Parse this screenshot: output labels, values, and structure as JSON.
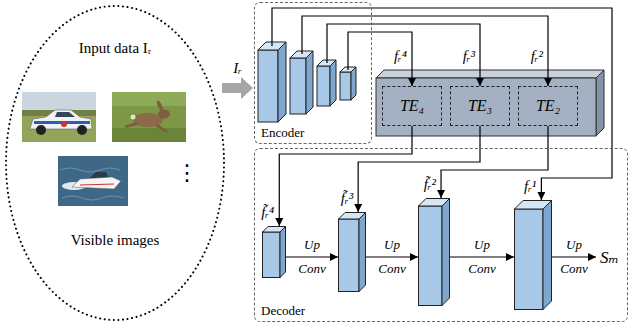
{
  "diagram": {
    "nodes": [
      {
        "text": [
          "Input data Iᵣ",
          "Visible images"
        ]
      },
      {
        "text": [
          "Encoder"
        ]
      },
      {
        "text": [
          "TE₄"
        ]
      },
      {
        "text": [
          "TE₃"
        ]
      },
      {
        "text": [
          "TE₂"
        ]
      },
      {
        "text": [
          "Decoder"
        ]
      },
      {
        "text": [
          "f̃ᵣ⁴"
        ],
        "in": 5
      },
      {
        "text": [
          "f̃ᵣ³"
        ],
        "in": 5
      },
      {
        "text": [
          "f̃ᵣ²"
        ],
        "in": 5
      },
      {
        "text": [
          "fᵣ¹"
        ],
        "in": 5
      }
    ],
    "edges": [
      {
        "from": 0,
        "to": 1,
        "label": "Iᵣ",
        "arrow": "to"
      },
      {
        "from": 1,
        "to": 2,
        "label": "fᵣ⁴",
        "arrow": "to"
      },
      {
        "from": 1,
        "to": 3,
        "label": "fᵣ³",
        "arrow": "to"
      },
      {
        "from": 1,
        "to": 4,
        "label": "fᵣ²",
        "arrow": "to"
      },
      {
        "from": 1,
        "to": 9,
        "arrow": "to"
      },
      {
        "from": 2,
        "to": 6,
        "arrow": "to"
      },
      {
        "from": 3,
        "to": 7,
        "arrow": "to"
      },
      {
        "from": 4,
        "to": 8,
        "arrow": "to"
      },
      {
        "from": 6,
        "to": 7,
        "label": "Up Conv",
        "arrow": "to"
      },
      {
        "from": 7,
        "to": 8,
        "label": "Up Conv",
        "arrow": "to"
      },
      {
        "from": 8,
        "to": 9,
        "label": "Up Conv",
        "arrow": "to"
      }
    ],
    "labels": [
      "⋮",
      "Up Conv",
      "Sₘ"
    ]
  }
}
